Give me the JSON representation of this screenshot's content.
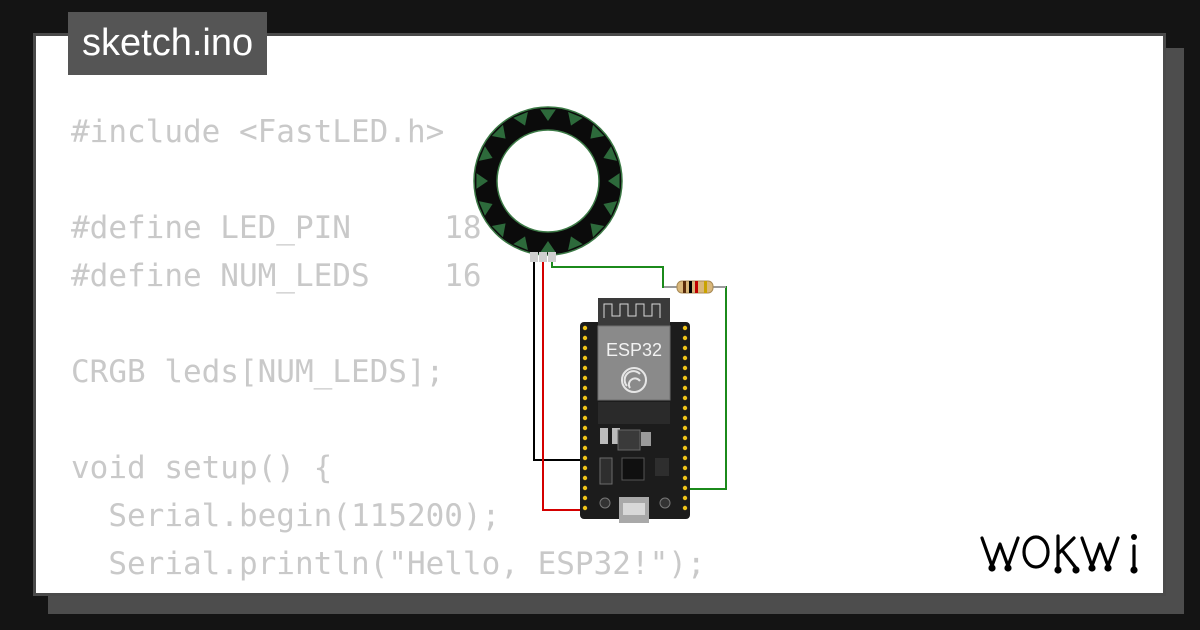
{
  "file_tab": "sketch.ino",
  "code_lines": [
    "#include <FastLED.h>",
    "",
    "#define LED_PIN     18",
    "#define NUM_LEDS    16",
    "",
    "CRGB leds[NUM_LEDS];",
    "",
    "void setup() {",
    "  Serial.begin(115200);",
    "  Serial.println(\"Hello, ESP32!\");"
  ],
  "board_label": "ESP32",
  "brand": "WOKWI",
  "led_ring": {
    "count": 16
  },
  "colors": {
    "background": "#141414",
    "card": "#ffffff",
    "tab_bg": "#555555",
    "code_text": "#c9c9c9",
    "ring_led": "#2d6a3b",
    "wire_signal": "#1b8a1b",
    "wire_power": "#d40000",
    "wire_ground": "#000000",
    "board": "#1c1c1c",
    "pins": "#f0c419"
  }
}
